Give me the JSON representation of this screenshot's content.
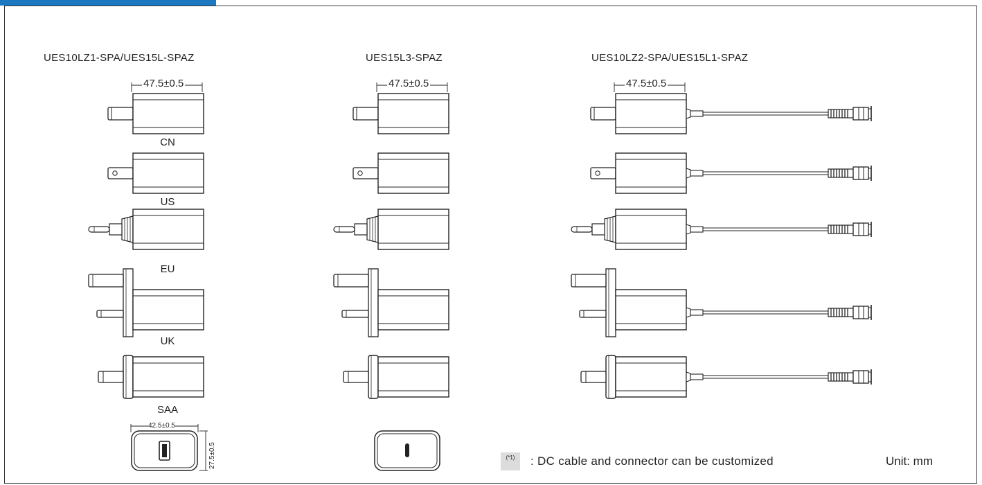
{
  "columns": [
    {
      "title": "UES10LZ1-SPA/UES15L-SPAZ",
      "dimension": "47.5±0.5"
    },
    {
      "title": "UES15L3-SPAZ",
      "dimension": "47.5±0.5"
    },
    {
      "title": "UES10LZ2-SPA/UES15L1-SPAZ",
      "dimension": "47.5±0.5"
    }
  ],
  "regions": [
    "CN",
    "US",
    "EU",
    "UK",
    "SAA"
  ],
  "front_view": {
    "width_dim": "42.5±0.5",
    "height_dim": "27.5±0.5"
  },
  "note": {
    "badge": "(*1)",
    "text": ": DC cable and connector can be customized"
  },
  "unit": "Unit: mm",
  "colors": {
    "accent": "#1c78c0",
    "line": "#222222",
    "badge": "#dcdcdc"
  }
}
